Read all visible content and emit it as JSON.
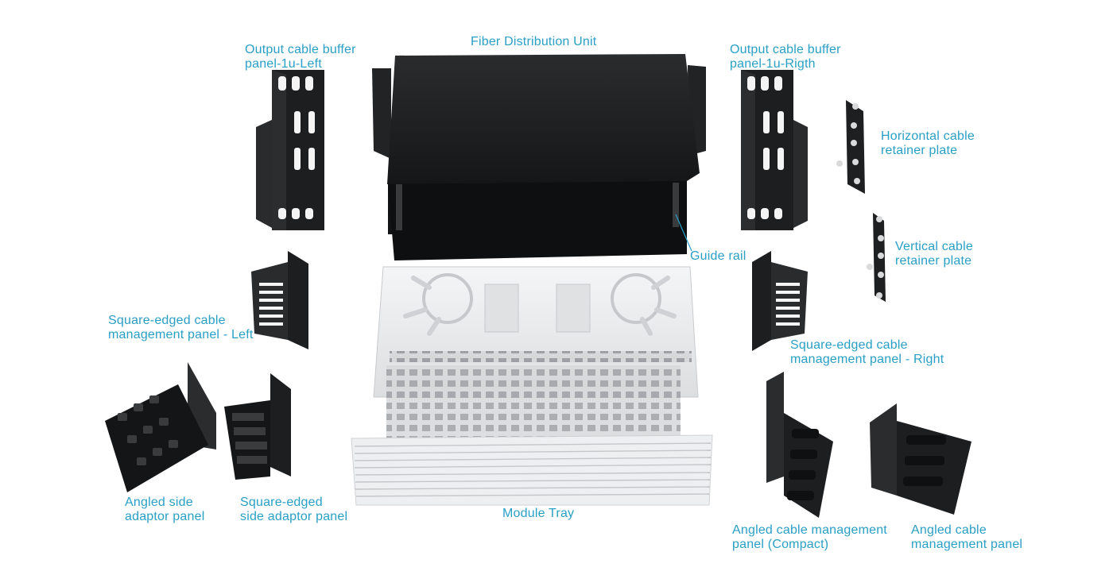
{
  "labels": {
    "fiber_distribution_unit": "Fiber Distribution Unit",
    "output_buffer_left": [
      "Output cable buffer",
      "panel-1u-Left"
    ],
    "output_buffer_right": [
      "Output cable buffer",
      "panel-1u-Rigth"
    ],
    "horizontal_retainer": [
      "Horizontal cable",
      "retainer plate"
    ],
    "vertical_retainer": [
      "Vertical cable",
      "retainer plate"
    ],
    "guide_rail": "Guide rail",
    "square_mgmt_left": [
      "Square-edged cable",
      "management panel - Left"
    ],
    "square_mgmt_right": [
      "Square-edged cable",
      "management panel - Right"
    ],
    "angled_side_adaptor": [
      "Angled side",
      "adaptor panel"
    ],
    "square_side_adaptor": [
      "Square-edged",
      "side adaptor panel"
    ],
    "module_tray": "Module Tray",
    "angled_mgmt_compact": [
      "Angled cable management",
      "panel (Compact)"
    ],
    "angled_mgmt": [
      "Angled cable",
      "management panel"
    ]
  },
  "colors": {
    "label": "#2a9fc6",
    "panel_dark": "#1c1d1f",
    "tray_light": "#ebecee"
  }
}
